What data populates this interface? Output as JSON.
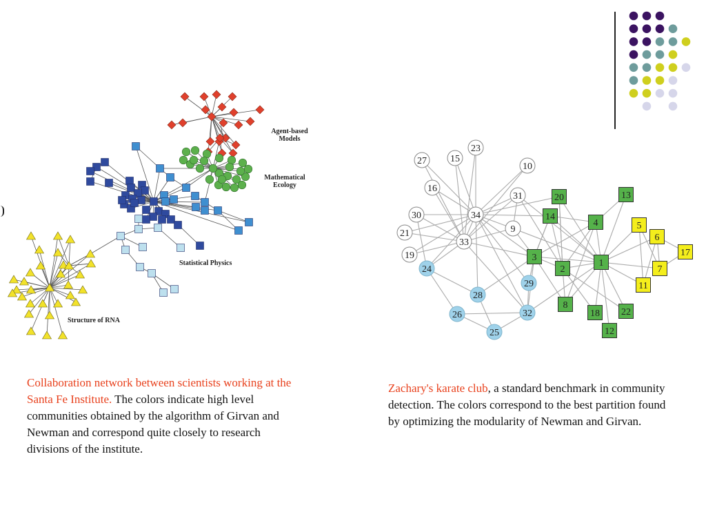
{
  "colors": {
    "purple": "#3b1361",
    "teal": "#6e9c9c",
    "yellow": "#cfcf1e",
    "lavender": "#d6d6ea",
    "accent_text": "#e8401c",
    "red_node": "#e0402c",
    "green_node": "#5cb04c",
    "blue_dark": "#2f4a9e",
    "blue_mid": "#3f8fd0",
    "blue_light": "#bde0ee",
    "rna_yellow": "#f2e22a",
    "karate_green": "#55b24a",
    "karate_yellow": "#f4ee1c",
    "karate_blue": "#9fd2ea"
  },
  "left_network": {
    "group_labels": [
      {
        "id": "agent",
        "lines": [
          "Agent-based",
          "Models"
        ]
      },
      {
        "id": "ecology",
        "lines": [
          "Mathematical",
          "Ecology"
        ]
      },
      {
        "id": "physics",
        "lines": [
          "Statistical Physics"
        ]
      },
      {
        "id": "rna",
        "lines": [
          "Structure of RNA"
        ]
      }
    ]
  },
  "karate": {
    "white_nodes": [
      "27",
      "15",
      "23",
      "10",
      "16",
      "31",
      "34",
      "30",
      "9",
      "21",
      "33",
      "19"
    ],
    "blue_nodes": [
      "24",
      "29",
      "28",
      "26",
      "32",
      "25"
    ],
    "green_nodes": [
      "13",
      "20",
      "14",
      "4",
      "3",
      "2",
      "1",
      "8",
      "18",
      "22",
      "12"
    ],
    "yellow_nodes": [
      "5",
      "6",
      "17",
      "7",
      "11"
    ]
  },
  "captions": {
    "left_highlight": "Collaboration network between scientists working at the Santa Fe Institute.",
    "left_rest": " The colors indicate high level communities obtained by the algorithm of Girvan and Newman and correspond quite closely to research divisions of the institute.",
    "right_highlight": "Zachary's karate club",
    "right_rest": ", a standard benchmark in community detection. The colors correspond to the best partition found by optimizing the modularity of Newman and Girvan."
  }
}
